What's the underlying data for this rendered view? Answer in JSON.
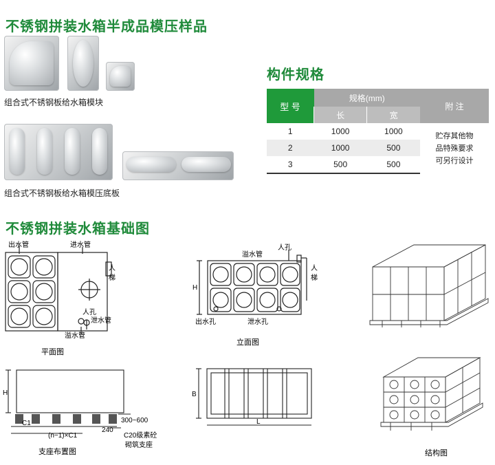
{
  "title_samples": "不锈钢拼装水箱半成品模压样品",
  "caption_panel": "组合式不锈钢板给水箱模块",
  "caption_bottom": "组合式不锈钢板给水箱模压底板",
  "spec": {
    "title": "构件规格",
    "col_type": "型 号",
    "col_size": "规格(mm)",
    "col_len": "长",
    "col_wid": "宽",
    "col_note": "附 注",
    "rows": [
      {
        "type": "1",
        "len": "1000",
        "wid": "1000"
      },
      {
        "type": "2",
        "len": "1000",
        "wid": "500"
      },
      {
        "type": "3",
        "len": "500",
        "wid": "500"
      }
    ],
    "note_lines": [
      "贮存其他物",
      "品特殊要求",
      "可另行设计"
    ]
  },
  "title_foundation": "不锈钢拼装水箱基础图",
  "plan": {
    "caption": "平面图",
    "outlet": "出水管",
    "inlet": "进水管",
    "ladder": "人\n梯",
    "manhole": "人孔",
    "drain": "泄水管",
    "overflow": "溢水管"
  },
  "elev": {
    "caption": "立面图",
    "overflow": "溢水管",
    "manhole": "人孔",
    "ladder": "人\n梯",
    "h": "H",
    "outlet": "出水孔",
    "drain": "泄水孔"
  },
  "support": {
    "caption": "支座布置图",
    "h": "H",
    "c1": "C1",
    "nc1": "(n−1)×C1",
    "w240": "240",
    "range": "300~600",
    "conc1": "C20级素砼",
    "conc2": "砌筑支座"
  },
  "frame": {
    "b": "B",
    "l": "L"
  },
  "struct": {
    "caption": "结构图"
  }
}
